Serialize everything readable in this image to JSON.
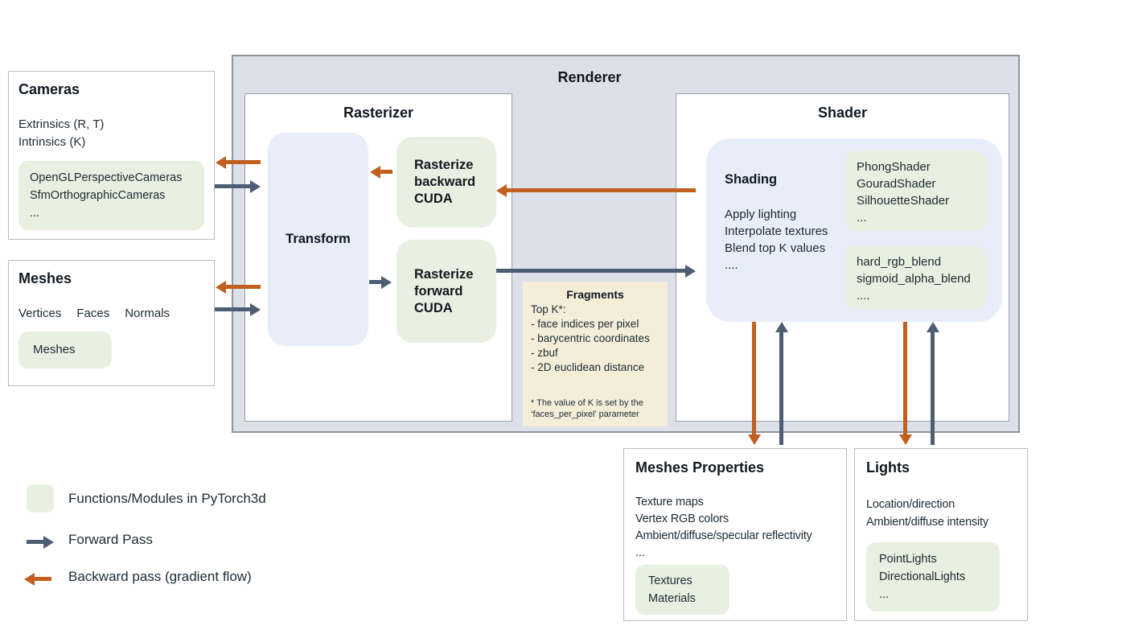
{
  "colors": {
    "modules_green": "#e8f0e2",
    "process_blue": "#e7edf9",
    "fragments_tan": "#f4eed9",
    "renderer_background": "#dce0e9",
    "backward_orange": "#c05f20",
    "forward_slate": "#4d5d73"
  },
  "cameras": {
    "title": "Cameras",
    "lines": [
      "Extrinsics (R, T)",
      "Intrinsics (K)"
    ],
    "module_lines": [
      "OpenGLPerspectiveCameras",
      "SfmOrthographicCameras",
      "..."
    ]
  },
  "meshes": {
    "title": "Meshes",
    "columns": [
      "Vertices",
      "Faces",
      "Normals"
    ],
    "module_lines": [
      "Meshes"
    ]
  },
  "renderer": {
    "title": "Renderer"
  },
  "rasterizer": {
    "title": "Rasterizer",
    "transform_label": "Transform",
    "backward_lines": [
      "Rasterize",
      "backward",
      "CUDA"
    ],
    "forward_lines": [
      "Rasterize",
      "forward",
      "CUDA"
    ]
  },
  "fragments": {
    "title": "Fragments",
    "lines": [
      "Top K*:",
      "- face indices per pixel",
      "- barycentric coordinates",
      "- zbuf",
      "- 2D euclidean distance"
    ],
    "footnote_lines": [
      "* The value of K is set by the",
      "‘faces_per_pixel’ parameter"
    ]
  },
  "shader": {
    "title": "Shader",
    "shading_title": "Shading",
    "shading_lines": [
      "Apply lighting",
      "Interpolate textures",
      "Blend top K values",
      "...."
    ],
    "shader_modules": [
      "PhongShader",
      "GouradShader",
      "SilhouetteShader",
      "..."
    ],
    "blend_modules": [
      "hard_rgb_blend",
      "sigmoid_alpha_blend",
      "...."
    ]
  },
  "meshes_properties": {
    "title": "Meshes Properties",
    "lines": [
      "Texture maps",
      "Vertex RGB colors",
      "Ambient/diffuse/specular reflectivity",
      "..."
    ],
    "module_lines": [
      "Textures",
      "Materials"
    ]
  },
  "lights": {
    "title": "Lights",
    "lines": [
      "Location/direction",
      "Ambient/diffuse intensity"
    ],
    "module_lines": [
      "PointLights",
      "DirectionalLights",
      "..."
    ]
  },
  "legend": {
    "modules_label": "Functions/Modules in PyTorch3d",
    "forward_label": "Forward Pass",
    "backward_label": "Backward pass (gradient flow)"
  }
}
